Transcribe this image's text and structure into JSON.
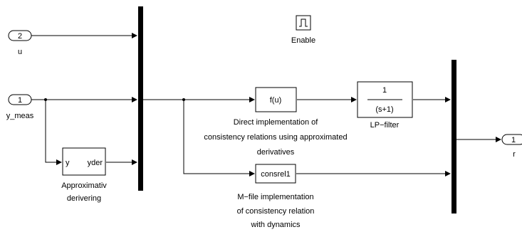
{
  "inports": [
    {
      "number": "2",
      "name": "u"
    },
    {
      "number": "1",
      "name": "y_meas"
    }
  ],
  "outport": {
    "number": "1",
    "name": "r"
  },
  "enable": {
    "label": "Enable"
  },
  "blocks": {
    "deriv": {
      "in_port": "y",
      "out_port": "yder",
      "caption_line1": "Approximativ",
      "caption_line2": "derivering"
    },
    "fcn": {
      "text": "f(u)",
      "caption_line1": "Direct implementation of",
      "caption_line2": "consistency relations using approximated",
      "caption_line3": "derivatives"
    },
    "tf": {
      "numerator": "1",
      "denominator": "(s+1)",
      "caption": "LP−filter"
    },
    "sfun": {
      "text": "consrel1",
      "caption_line1": "M−file implementation",
      "caption_line2": "of consistency relation",
      "caption_line3": "with dynamics"
    }
  }
}
